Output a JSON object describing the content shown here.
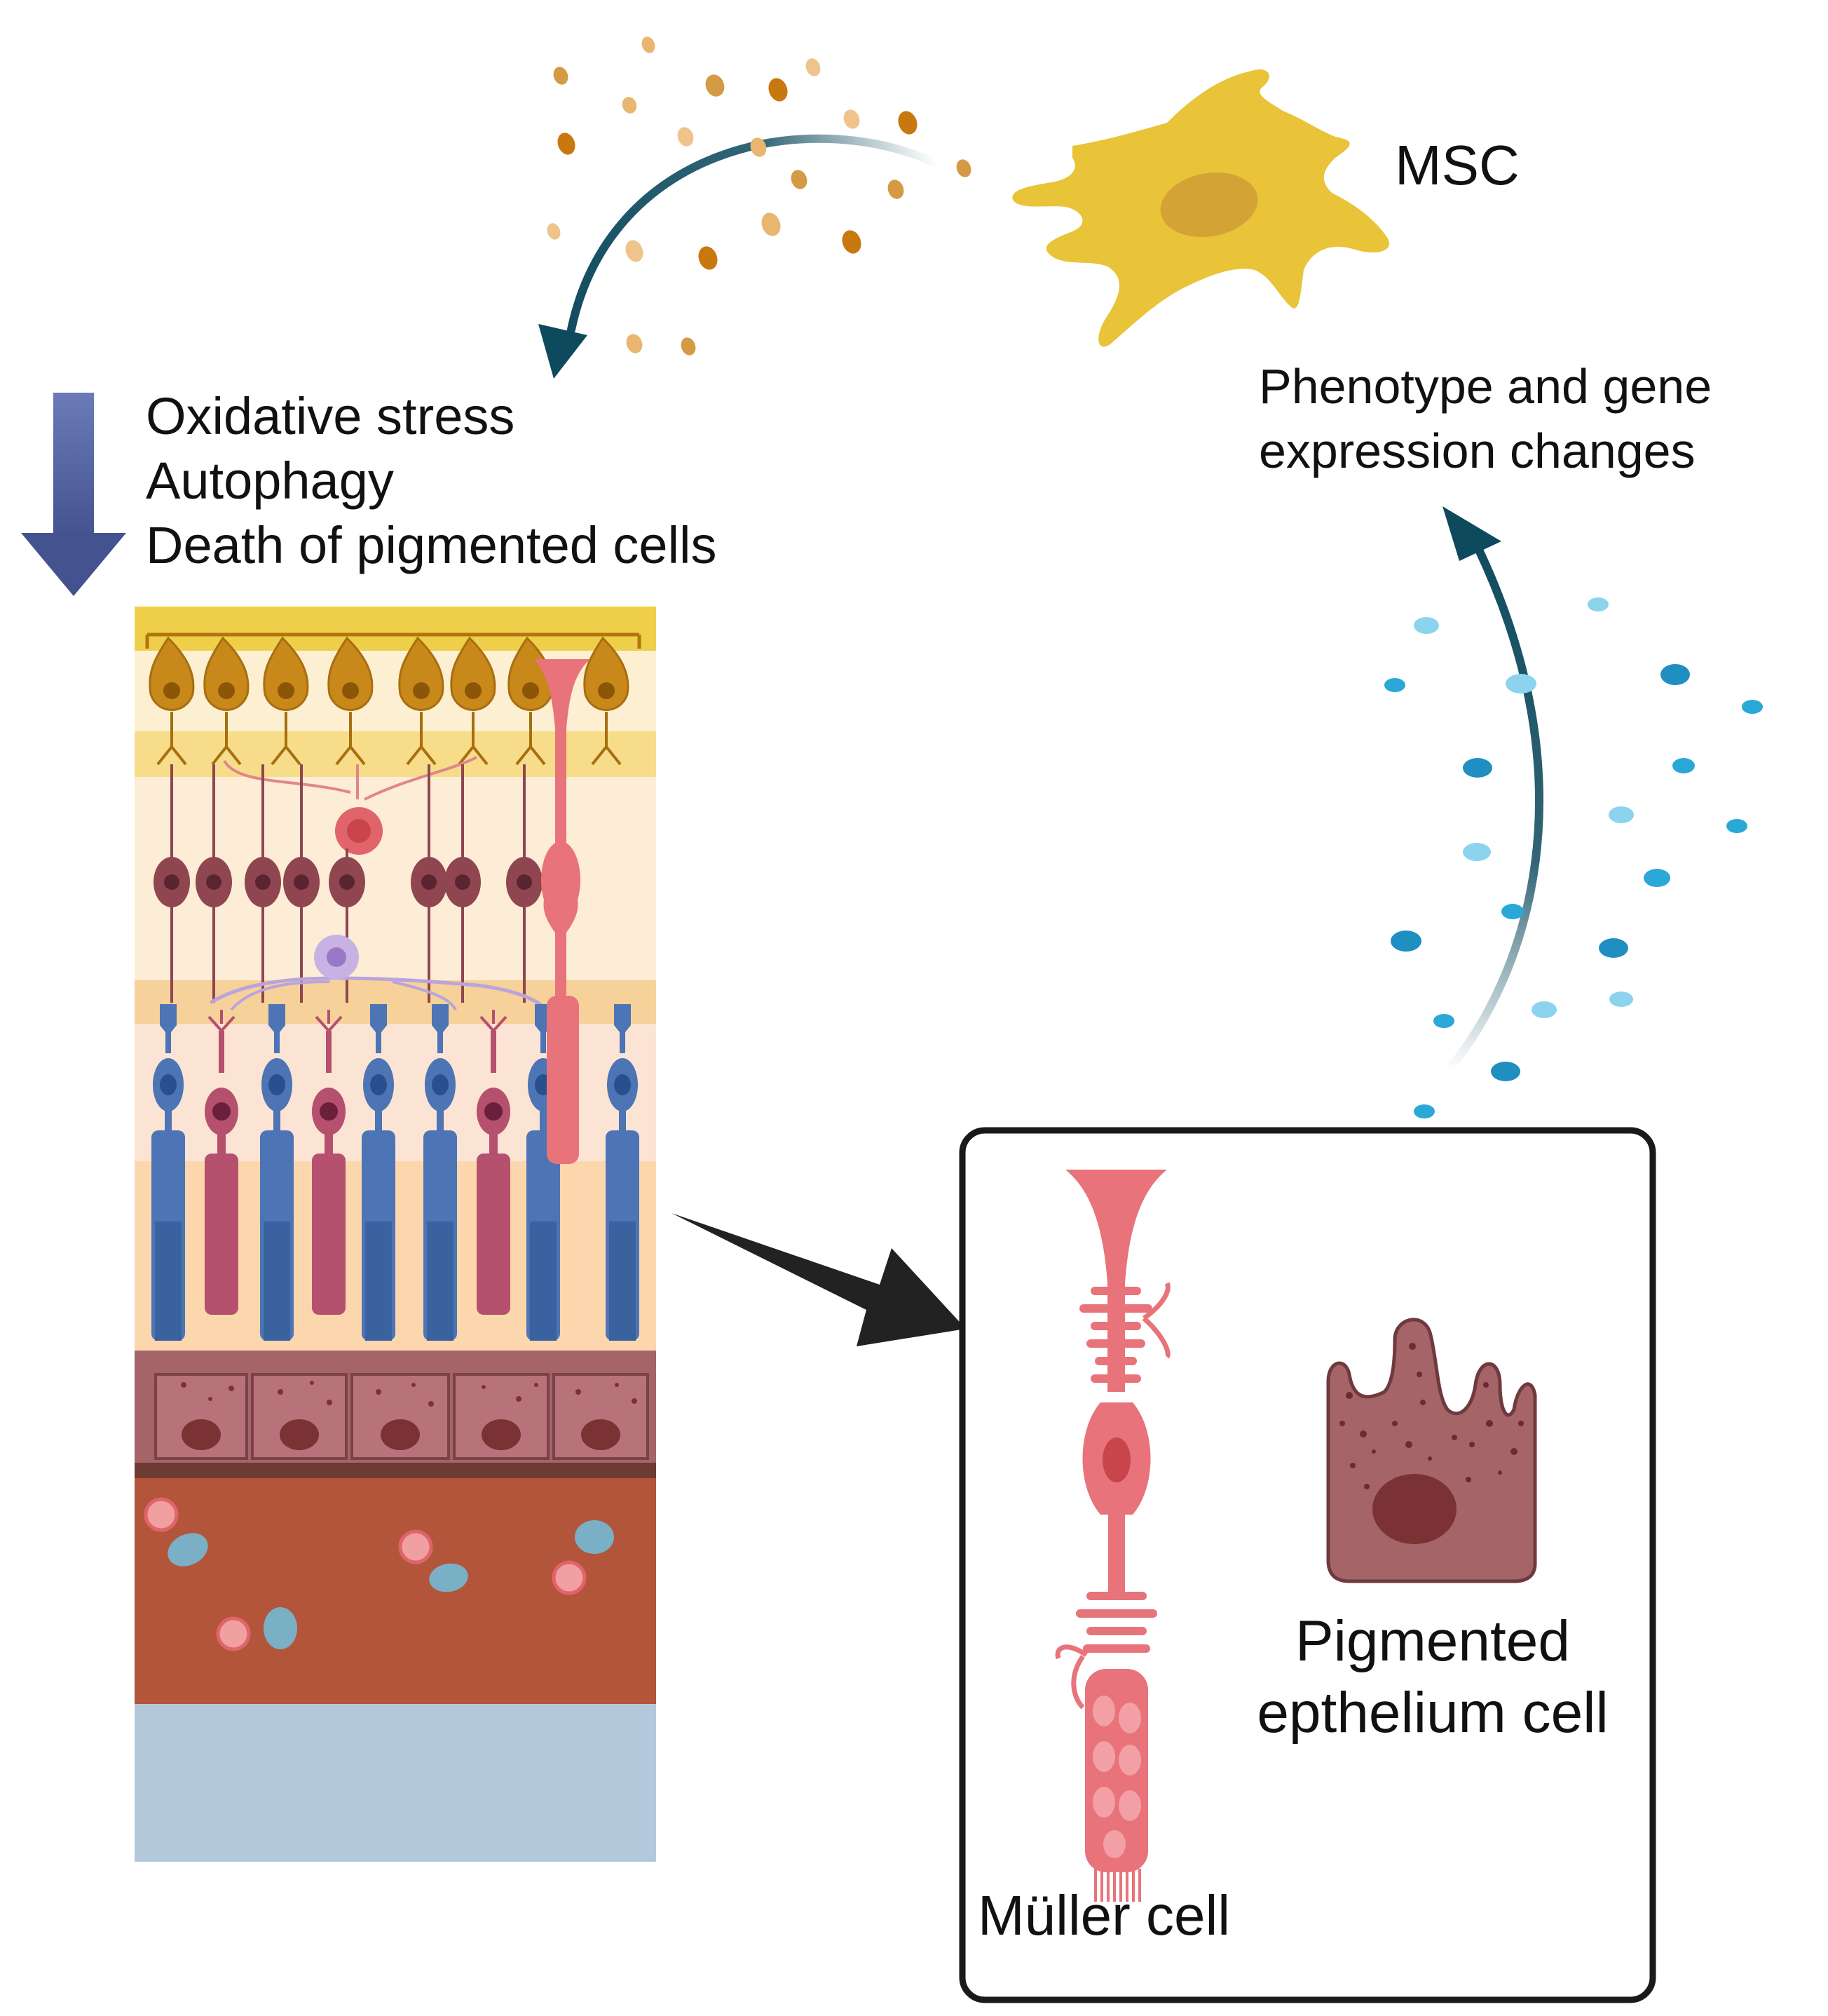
{
  "labels": {
    "msc": "MSC",
    "phenotype_line1": "Phenotype and gene",
    "phenotype_line2": "expression changes",
    "effects": [
      "Oxidative stress",
      "Autophagy",
      "Death of pigmented cells"
    ],
    "pigmented_line1": "Pigmented",
    "pigmented_line2": "epthelium cell",
    "muller": "Müller cell"
  },
  "colors": {
    "arrow_teal": "#0e4a5e",
    "down_arrow": "#4f5f9e",
    "msc_yellow": "#e9c338",
    "orange_particle": "#c9780f",
    "blue_particle": "#2aa8d8",
    "rod_blue": "#4d74b4",
    "cone_pink": "#b5506e",
    "muller_pink": "#e8737a",
    "rpe_brown": "#a46468",
    "choroid": "#b3553a",
    "sclera": "#b3c9db"
  }
}
